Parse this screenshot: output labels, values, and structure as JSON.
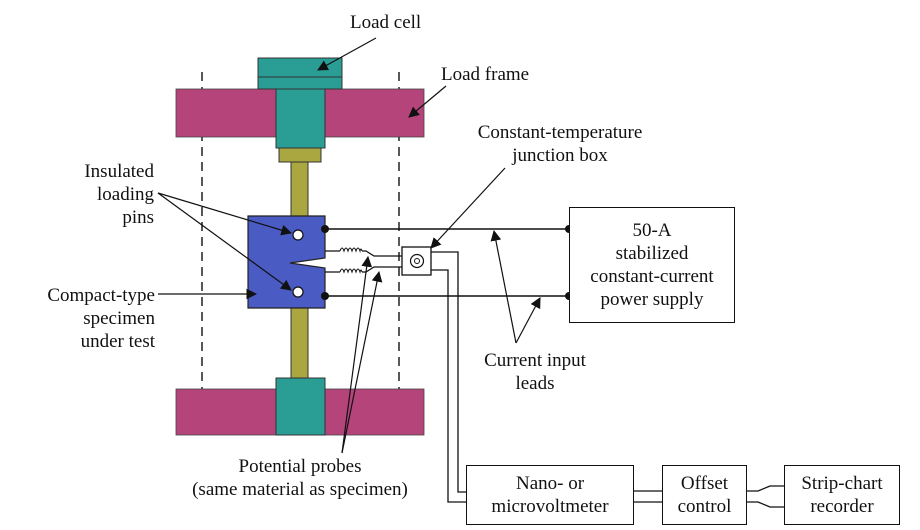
{
  "labels": {
    "load_cell": "Load cell",
    "load_frame": "Load frame",
    "junction_box": [
      "Constant-temperature",
      "junction box"
    ],
    "insulated_pins": [
      "Insulated",
      "loading",
      "pins"
    ],
    "specimen": [
      "Compact-type",
      "specimen",
      "under test"
    ],
    "current_leads": [
      "Current input",
      "leads"
    ],
    "potential_probes": [
      "Potential probes",
      "(same material as specimen)"
    ]
  },
  "boxes": {
    "power_supply": [
      "50-A",
      "stabilized",
      "constant-current",
      "power supply"
    ],
    "voltmeter": [
      "Nano- or",
      "microvoltmeter"
    ],
    "offset": [
      "Offset",
      "control"
    ],
    "recorder": [
      "Strip-chart",
      "recorder"
    ]
  },
  "colors": {
    "frame": "#b5447a",
    "load_cell": "#2a9d94",
    "rod": "#aaa640",
    "specimen": "#4a5bc4",
    "line": "#111111"
  }
}
